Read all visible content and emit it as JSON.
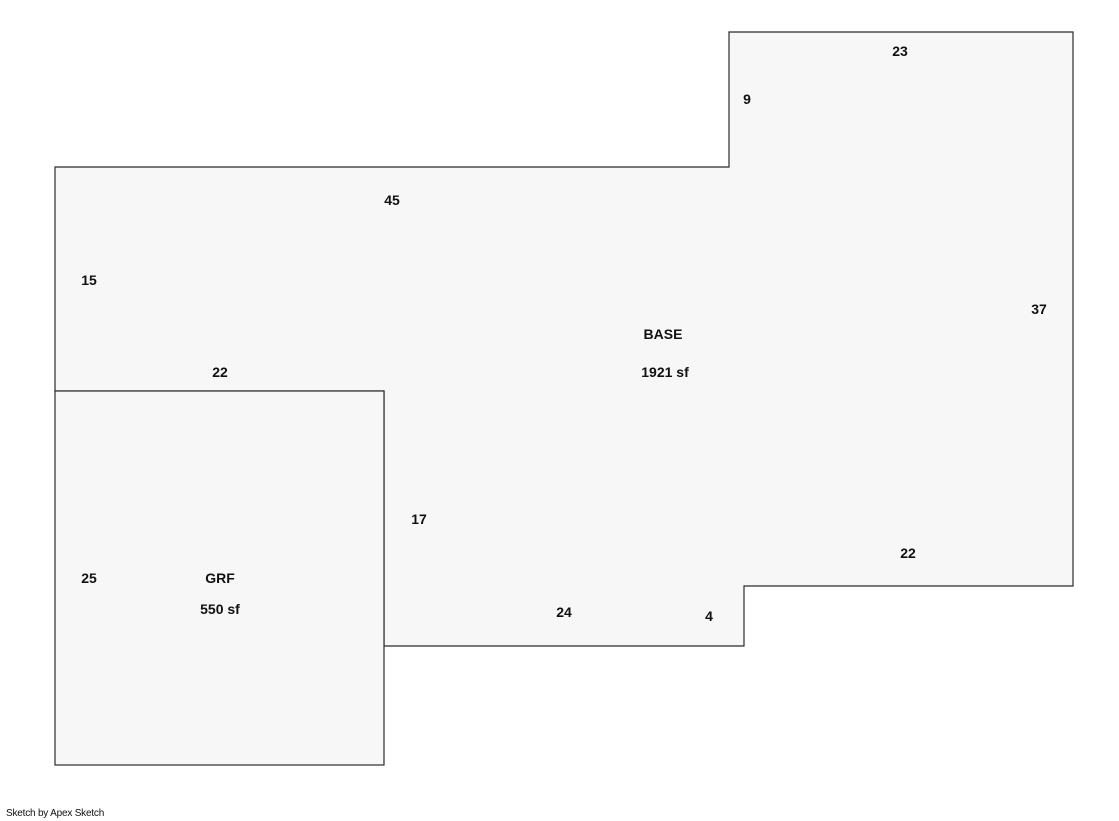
{
  "areas": {
    "base": {
      "name": "BASE",
      "size": "1921 sf",
      "dimensions": {
        "top_left_length": "45",
        "left_height": "15",
        "notch_height": "9",
        "top_right_length": "23",
        "right_height": "37",
        "bottom_right_length": "22",
        "step_height": "4",
        "bottom_length": "24",
        "inner_height": "17",
        "inner_length": "22"
      }
    },
    "grf": {
      "name": "GRF",
      "size": "550 sf",
      "dimensions": {
        "height": "25"
      }
    }
  },
  "footer": {
    "credit": "Sketch by Apex Sketch"
  }
}
